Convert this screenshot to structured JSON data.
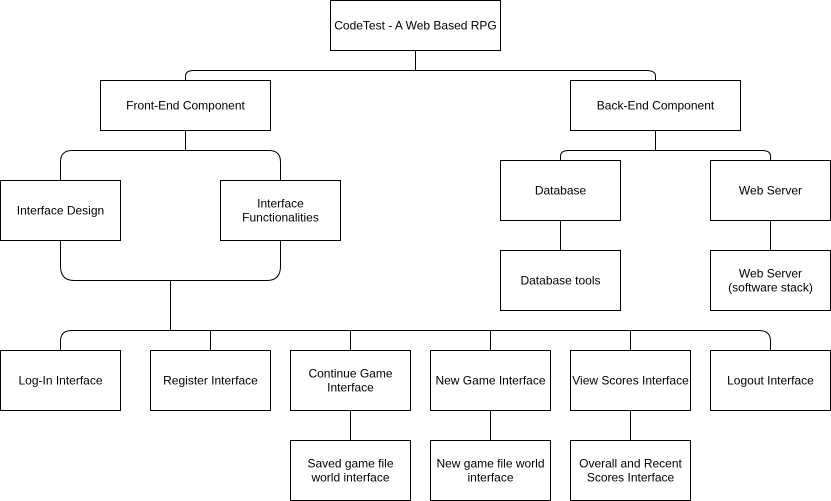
{
  "diagram": {
    "nodes": [
      {
        "id": "root",
        "lines": [
          "CodeTest - A Web Based RPG"
        ]
      },
      {
        "id": "frontend",
        "lines": [
          "Front-End Component"
        ]
      },
      {
        "id": "backend",
        "lines": [
          "Back-End Component"
        ]
      },
      {
        "id": "interface-design",
        "lines": [
          "Interface Design"
        ]
      },
      {
        "id": "interface-functionalities",
        "lines": [
          "Interface",
          "Functionalities"
        ]
      },
      {
        "id": "database",
        "lines": [
          "Database"
        ]
      },
      {
        "id": "web-server",
        "lines": [
          "Web Server"
        ]
      },
      {
        "id": "database-tools",
        "lines": [
          "Database tools"
        ]
      },
      {
        "id": "web-server-stack",
        "lines": [
          "Web Server",
          "(software stack)"
        ]
      },
      {
        "id": "login",
        "lines": [
          "Log-In Interface"
        ]
      },
      {
        "id": "register",
        "lines": [
          "Register Interface"
        ]
      },
      {
        "id": "continue-game",
        "lines": [
          "Continue Game",
          "Interface"
        ]
      },
      {
        "id": "new-game",
        "lines": [
          "New Game Interface"
        ]
      },
      {
        "id": "view-scores",
        "lines": [
          "View Scores Interface"
        ]
      },
      {
        "id": "logout",
        "lines": [
          "Logout Interface"
        ]
      },
      {
        "id": "saved-game",
        "lines": [
          "Saved game file",
          "world interface"
        ]
      },
      {
        "id": "new-game-file",
        "lines": [
          "New game file world",
          "interface"
        ]
      },
      {
        "id": "scores",
        "lines": [
          "Overall and Recent",
          "Scores Interface"
        ]
      }
    ],
    "edges": [
      {
        "from": "root",
        "to": "frontend"
      },
      {
        "from": "root",
        "to": "backend"
      },
      {
        "from": "frontend",
        "to": "interface-design"
      },
      {
        "from": "frontend",
        "to": "interface-functionalities"
      },
      {
        "from": "backend",
        "to": "database"
      },
      {
        "from": "backend",
        "to": "web-server"
      },
      {
        "from": "database",
        "to": "database-tools"
      },
      {
        "from": "web-server",
        "to": "web-server-stack"
      },
      {
        "from": "interface-design",
        "to": "login"
      },
      {
        "from": "interface-design",
        "to": "register"
      },
      {
        "from": "interface-design",
        "to": "continue-game"
      },
      {
        "from": "interface-design",
        "to": "new-game"
      },
      {
        "from": "interface-design",
        "to": "view-scores"
      },
      {
        "from": "interface-design",
        "to": "logout"
      },
      {
        "from": "interface-functionalities",
        "to": "login"
      },
      {
        "from": "interface-functionalities",
        "to": "register"
      },
      {
        "from": "interface-functionalities",
        "to": "continue-game"
      },
      {
        "from": "interface-functionalities",
        "to": "new-game"
      },
      {
        "from": "interface-functionalities",
        "to": "view-scores"
      },
      {
        "from": "interface-functionalities",
        "to": "logout"
      },
      {
        "from": "continue-game",
        "to": "saved-game"
      },
      {
        "from": "new-game",
        "to": "new-game-file"
      },
      {
        "from": "view-scores",
        "to": "scores"
      }
    ]
  }
}
